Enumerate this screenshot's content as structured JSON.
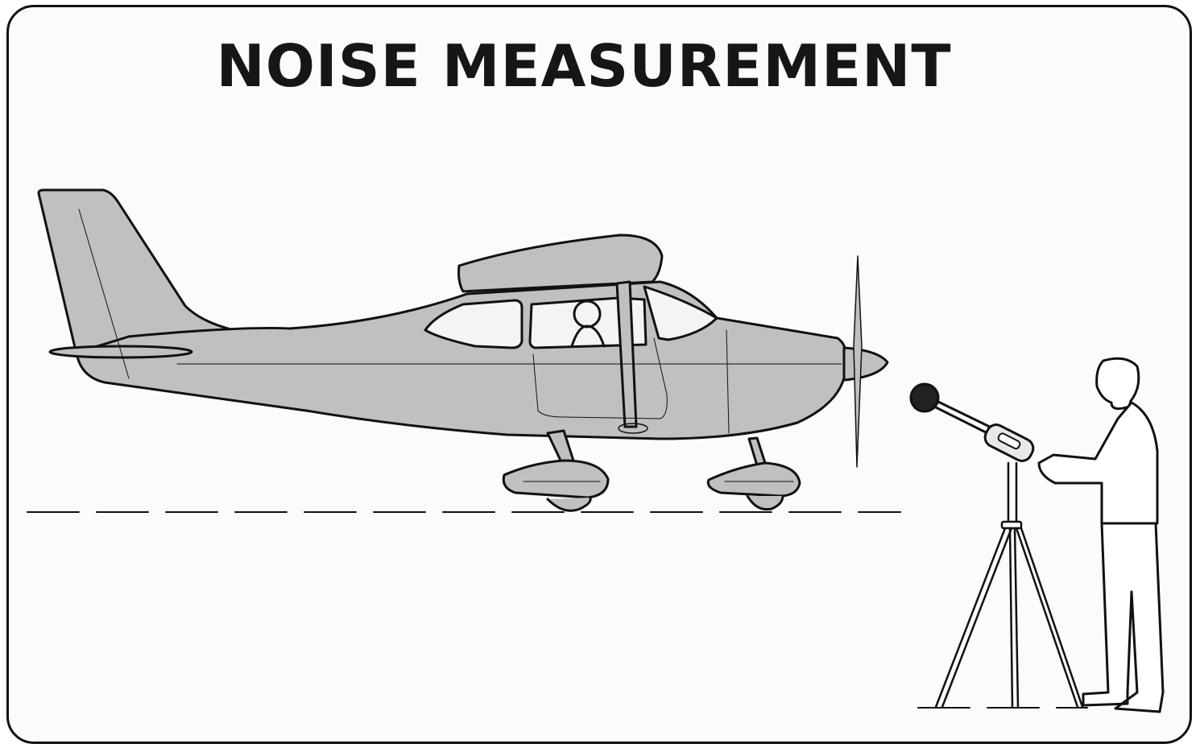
{
  "title": "NOISE MEASUREMENT",
  "scene": {
    "subjects": [
      "light aircraft (high-wing, single propeller) with pilot",
      "person holding sound level meter on tripod"
    ],
    "colors": {
      "aircraft_fill": "#c0c0c0",
      "outline": "#111111",
      "background": "#fbfbfb",
      "microphone": "#222222"
    }
  }
}
